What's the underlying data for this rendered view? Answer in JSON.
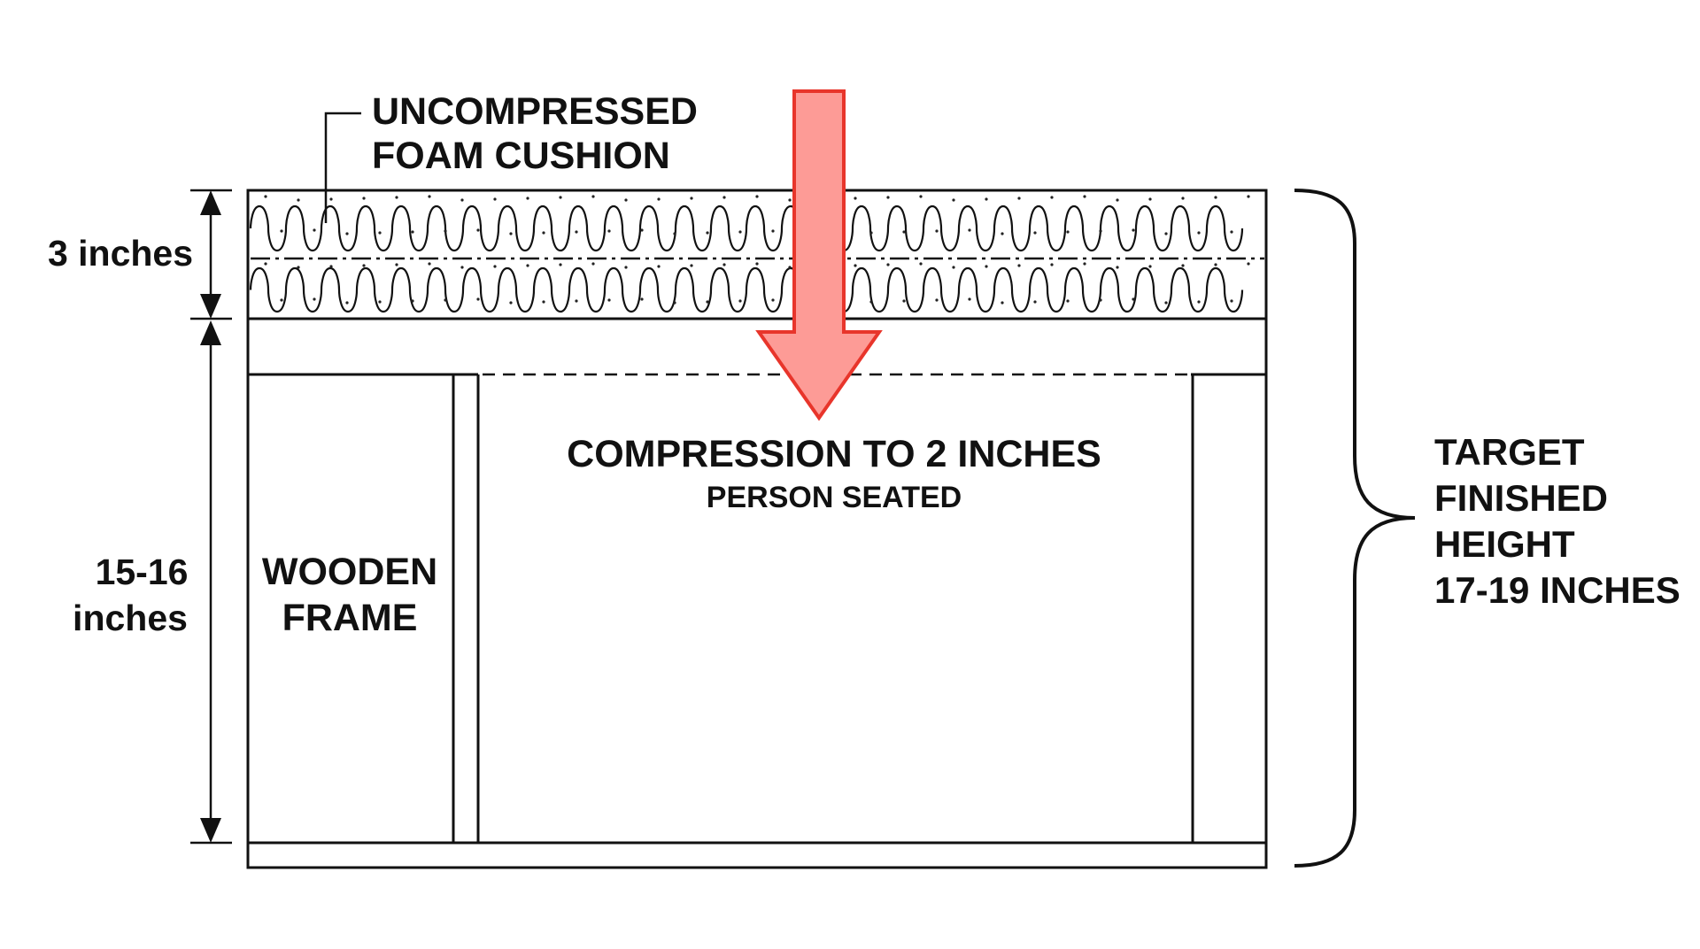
{
  "labels": {
    "foam_line1": "UNCOMPRESSED",
    "foam_line2": "FOAM CUSHION",
    "foam_height": "3 inches",
    "frame_height_line1": "15-16",
    "frame_height_line2": "inches",
    "frame_line1": "WOODEN",
    "frame_line2": "FRAME",
    "compression_title": "COMPRESSION TO 2 INCHES",
    "compression_sub": "PERSON SEATED",
    "target_line1": "TARGET",
    "target_line2": "FINISHED",
    "target_line3": "HEIGHT",
    "target_line4": "17-19 INCHES"
  },
  "colors": {
    "line": "#111111",
    "arrow_fill": "#fd9b96",
    "arrow_stroke": "#e8352b"
  }
}
